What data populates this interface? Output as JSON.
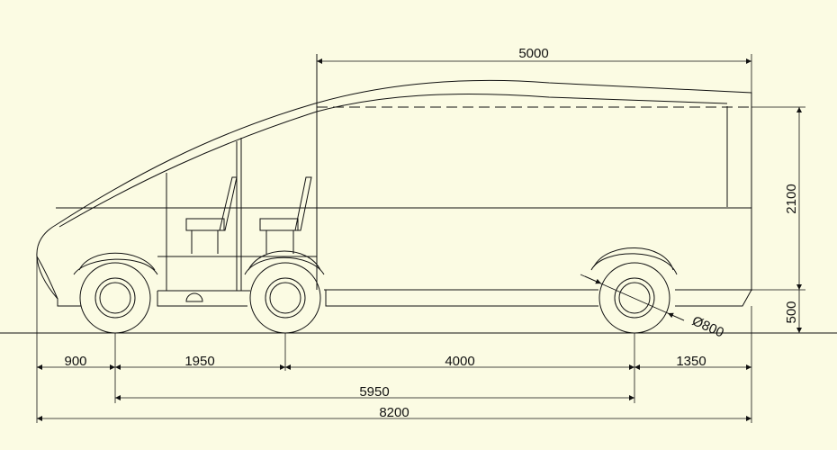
{
  "colors": {
    "background": "#fbfbe3",
    "line": "#111111"
  },
  "dimensions": {
    "cargo_length": "5000",
    "total_height": "2100",
    "ground_clearance": "500",
    "wheel_diameter": "Ø800",
    "front_overhang": "900",
    "front_axle_spacing": "1950",
    "rear_axle_spacing": "4000",
    "rear_overhang": "1350",
    "wheelbase": "5950",
    "total_length": "8200"
  }
}
